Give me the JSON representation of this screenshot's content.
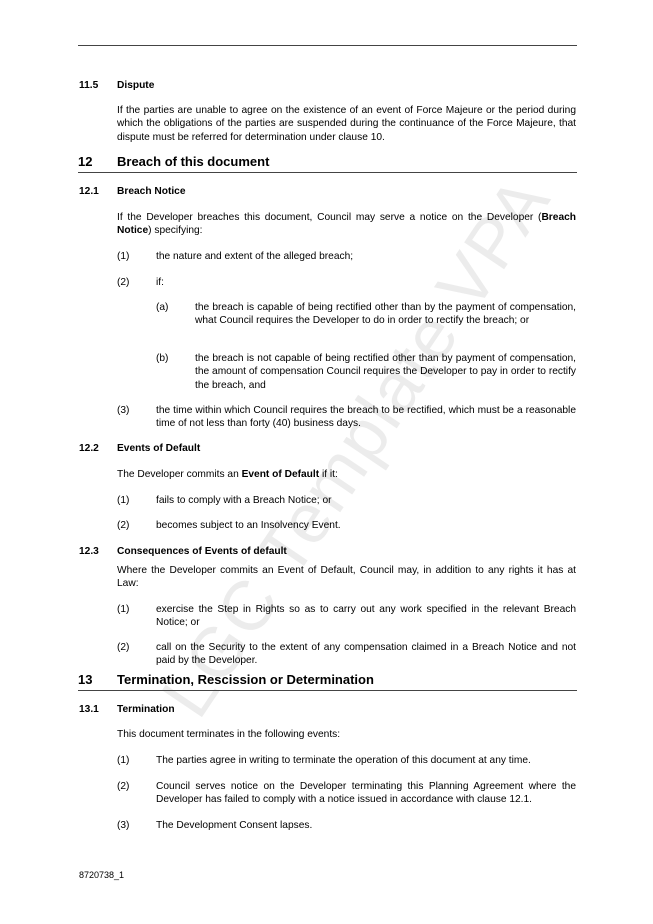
{
  "watermark": "LGC Template VPA",
  "s11_5": {
    "num": "11.5",
    "title": "Dispute",
    "text": "If the parties are unable to agree on the existence of an event of Force Majeure or the period during which the obligations of the parties are suspended during the continuance of the Force Majeure, that dispute must be referred for determination under clause 10."
  },
  "s12": {
    "num": "12",
    "title": "Breach of this document"
  },
  "s12_1": {
    "num": "12.1",
    "title": "Breach Notice",
    "intro_a": "If the Developer breaches this document, Council may serve a notice on the Developer (",
    "intro_bold": "Breach Notice",
    "intro_b": ") specifying:",
    "items": [
      {
        "num": "(1)",
        "text": "the nature and extent of the alleged breach;"
      },
      {
        "num": "(2)",
        "text": "if:"
      },
      {
        "num": "(3)",
        "text": "the time within which Council requires the breach to be rectified, which must be a reasonable time of not less than forty (40) business days."
      }
    ],
    "subitems": [
      {
        "num": "(a)",
        "text": "the breach is capable of being rectified other than by the payment of compensation, what Council requires the Developer to do in order to rectify the breach; or"
      },
      {
        "num": "(b)",
        "text": "the breach is not capable of being rectified other than by payment of compensation, the amount of compensation Council requires the Developer to pay in order to rectify the breach, and"
      }
    ]
  },
  "s12_2": {
    "num": "12.2",
    "title": "Events of Default",
    "intro_a": "The Developer commits an ",
    "intro_bold": "Event of Default",
    "intro_b": " if it:",
    "items": [
      {
        "num": "(1)",
        "text": "fails to comply with a Breach Notice; or"
      },
      {
        "num": "(2)",
        "text": "becomes subject to an Insolvency Event."
      }
    ]
  },
  "s12_3": {
    "num": "12.3",
    "title": "Consequences of Events of default",
    "intro": "Where the Developer commits an Event of Default, Council may, in addition to any rights it has at Law:",
    "items": [
      {
        "num": "(1)",
        "text": "exercise the Step in Rights so as to carry out any work specified in the relevant Breach Notice; or"
      },
      {
        "num": "(2)",
        "text": "call on the Security to the extent of any compensation claimed in a Breach Notice and not paid by the Developer."
      }
    ]
  },
  "s13": {
    "num": "13",
    "title": "Termination, Rescission or Determination"
  },
  "s13_1": {
    "num": "13.1",
    "title": "Termination",
    "intro": "This document terminates in the following events:",
    "items": [
      {
        "num": "(1)",
        "text": "The parties agree in writing to terminate the operation of this document at any time."
      },
      {
        "num": "(2)",
        "text": "Council serves notice on the Developer terminating this Planning Agreement where the Developer has failed to comply with a notice issued in accordance with clause 12.1."
      },
      {
        "num": "(3)",
        "text": "The Development Consent lapses."
      }
    ]
  },
  "footer": "8720738_1"
}
